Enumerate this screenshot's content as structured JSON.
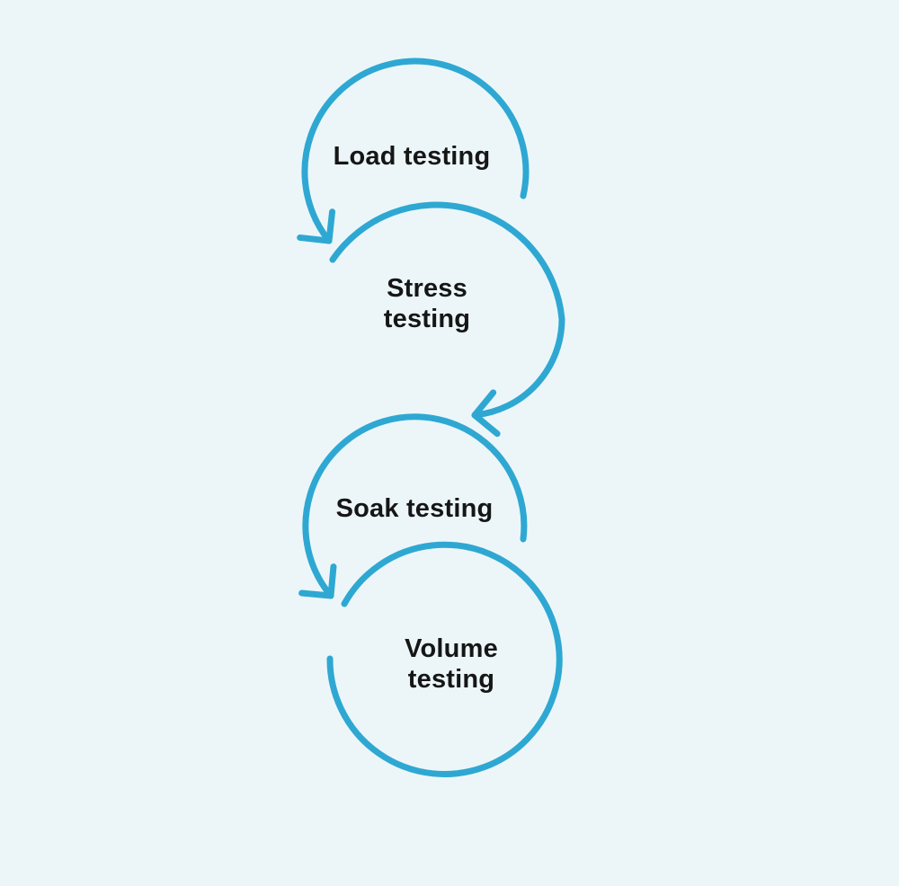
{
  "diagram": {
    "type": "cycle-flow",
    "steps": [
      {
        "id": "load",
        "label": "Load testing",
        "shape": "open-loop-arrow",
        "arrow_to": "stress"
      },
      {
        "id": "stress",
        "label": "Stress\ntesting",
        "shape": "open-loop-arrow",
        "arrow_to": "soak"
      },
      {
        "id": "soak",
        "label": "Soak testing",
        "shape": "open-loop-arrow",
        "arrow_to": "volume"
      },
      {
        "id": "volume",
        "label": "Volume\ntesting",
        "shape": "open-loop",
        "arrow_to": null
      }
    ],
    "flow_order": [
      "Load testing",
      "Stress testing",
      "Soak testing",
      "Volume testing"
    ]
  },
  "colors": {
    "accent": "#2ea8d2",
    "background": "#ecf6f9",
    "text": "#161616"
  }
}
